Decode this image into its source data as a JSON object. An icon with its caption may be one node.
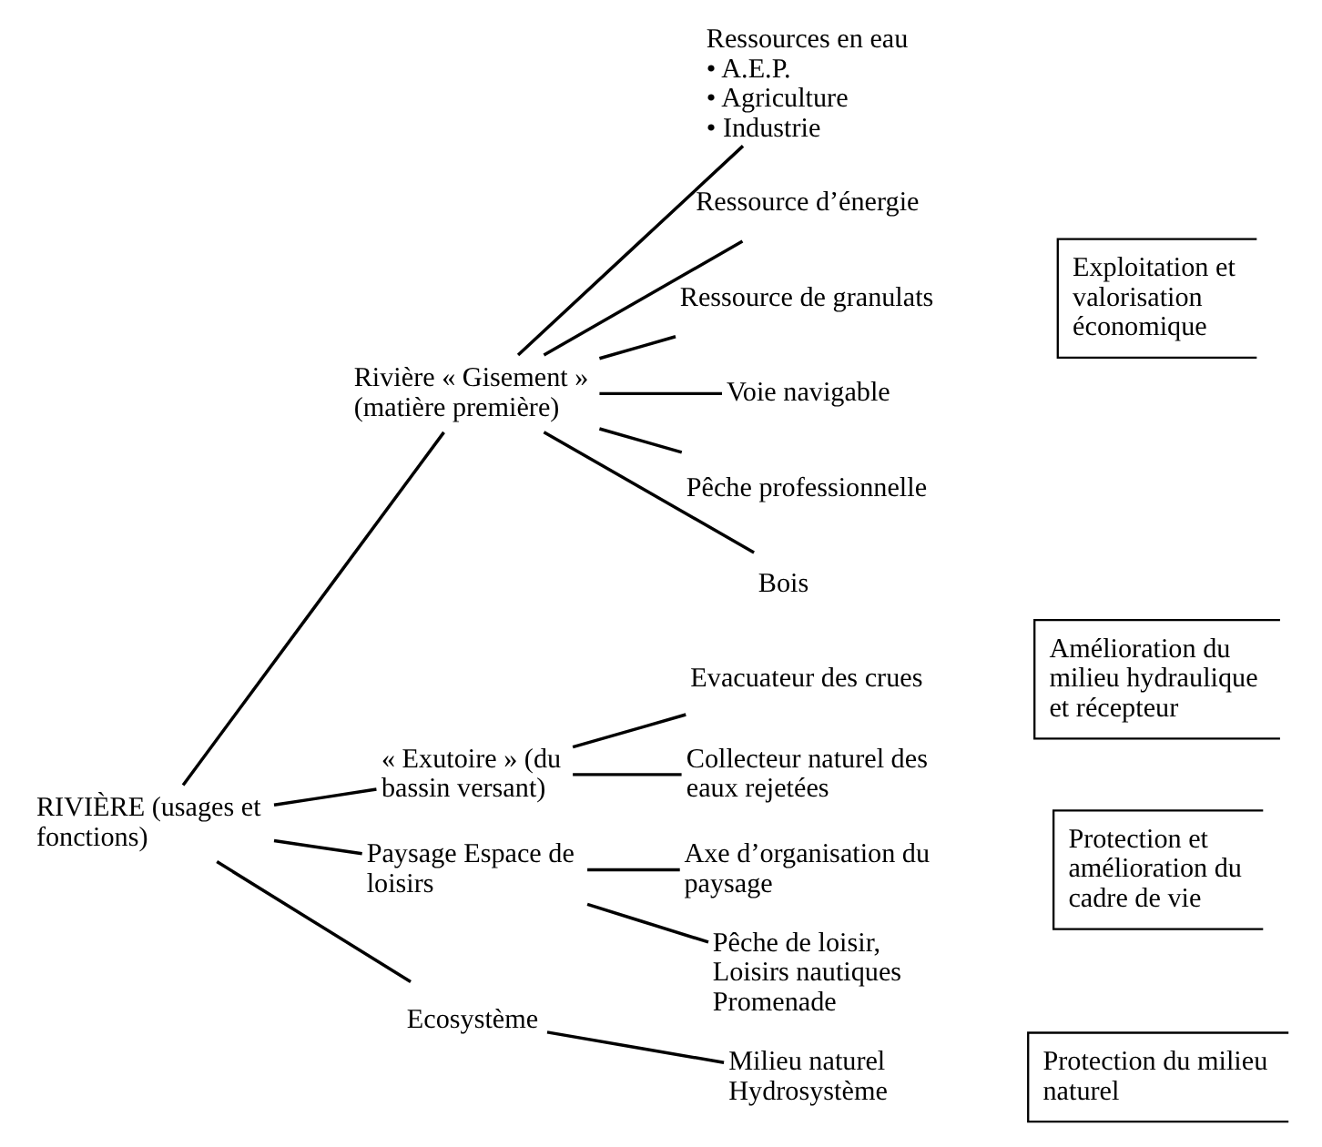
{
  "diagram": {
    "nodes": [
      {
        "text": [
          "RIVIÈRE (usages et fonctions)"
        ]
      },
      {
        "text": [
          "Rivière « Gisement » (matière première)"
        ]
      },
      {
        "text": [
          "Ressources en eau",
          "• A.E.P.",
          "• Agriculture",
          "• Industrie"
        ]
      },
      {
        "text": [
          "Ressource d’énergie"
        ]
      },
      {
        "text": [
          "Ressource de granulats"
        ]
      },
      {
        "text": [
          "Voie navigable"
        ]
      },
      {
        "text": [
          "Pêche professionnelle"
        ]
      },
      {
        "text": [
          "Bois"
        ]
      },
      {
        "text": [
          "« Exutoire » (du bassin versant)"
        ]
      },
      {
        "text": [
          "Evacuateur des crues"
        ]
      },
      {
        "text": [
          "Collecteur naturel des eaux rejetées"
        ]
      },
      {
        "text": [
          "Paysage Espace de loisirs"
        ]
      },
      {
        "text": [
          "Axe d’organisation du paysage"
        ]
      },
      {
        "text": [
          "Pêche de loisir, Loisirs nautiques Promenade"
        ]
      },
      {
        "text": [
          "Ecosystème"
        ]
      },
      {
        "text": [
          "Milieu naturel Hydrosystème"
        ]
      }
    ],
    "edges": [
      {
        "from": 0,
        "to": 1,
        "arrow": "none"
      },
      {
        "from": 0,
        "to": 8,
        "arrow": "none"
      },
      {
        "from": 0,
        "to": 11,
        "arrow": "none"
      },
      {
        "from": 0,
        "to": 14,
        "arrow": "none"
      },
      {
        "from": 1,
        "to": 2,
        "arrow": "none"
      },
      {
        "from": 1,
        "to": 3,
        "arrow": "none"
      },
      {
        "from": 1,
        "to": 4,
        "arrow": "none"
      },
      {
        "from": 1,
        "to": 5,
        "arrow": "none"
      },
      {
        "from": 1,
        "to": 6,
        "arrow": "none"
      },
      {
        "from": 1,
        "to": 7,
        "arrow": "none"
      },
      {
        "from": 8,
        "to": 9,
        "arrow": "none"
      },
      {
        "from": 8,
        "to": 10,
        "arrow": "none"
      },
      {
        "from": 11,
        "to": 12,
        "arrow": "none"
      },
      {
        "from": 11,
        "to": 13,
        "arrow": "none"
      },
      {
        "from": 14,
        "to": 15,
        "arrow": "none"
      }
    ],
    "labels": [
      "Exploitation et valorisation économique",
      "Amélioration du milieu hydraulique et récepteur",
      "Protection et amélioration du cadre de vie",
      "Protection du milieu naturel"
    ]
  }
}
